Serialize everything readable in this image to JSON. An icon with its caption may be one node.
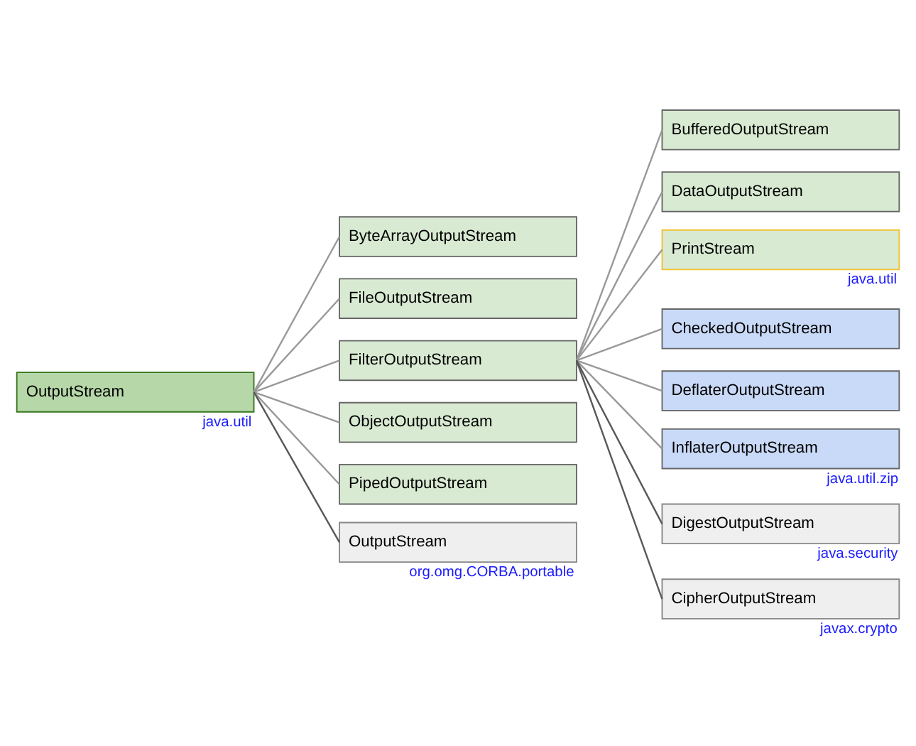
{
  "diagram": {
    "nodes": [
      {
        "text": [
          "OutputStream"
        ],
        "beside": [
          "java.util"
        ]
      },
      {
        "text": [
          "ByteArrayOutputStream"
        ]
      },
      {
        "text": [
          "FileOutputStream"
        ]
      },
      {
        "text": [
          "FilterOutputStream"
        ]
      },
      {
        "text": [
          "ObjectOutputStream"
        ]
      },
      {
        "text": [
          "PipedOutputStream"
        ]
      },
      {
        "text": [
          "OutputStream"
        ],
        "beside": [
          "org.omg.CORBA.portable"
        ]
      },
      {
        "text": [
          "BufferedOutputStream"
        ]
      },
      {
        "text": [
          "DataOutputStream"
        ]
      },
      {
        "text": [
          "PrintStream"
        ],
        "beside": [
          "java.util"
        ]
      },
      {
        "text": [
          "CheckedOutputStream"
        ]
      },
      {
        "text": [
          "DeflaterOutputStream"
        ]
      },
      {
        "text": [
          "InflaterOutputStream"
        ],
        "beside": [
          "java.util.zip"
        ]
      },
      {
        "text": [
          "DigestOutputStream"
        ],
        "beside": [
          "java.security"
        ]
      },
      {
        "text": [
          "CipherOutputStream"
        ],
        "beside": [
          "javax.crypto"
        ]
      }
    ],
    "edges": [
      {
        "from": 0,
        "to": 1,
        "arrow": "none"
      },
      {
        "from": 0,
        "to": 2,
        "arrow": "none"
      },
      {
        "from": 0,
        "to": 3,
        "arrow": "none"
      },
      {
        "from": 0,
        "to": 4,
        "arrow": "none"
      },
      {
        "from": 0,
        "to": 5,
        "arrow": "none"
      },
      {
        "from": 0,
        "to": 6,
        "arrow": "none",
        "color": "#595959"
      },
      {
        "from": 3,
        "to": 7,
        "arrow": "none"
      },
      {
        "from": 3,
        "to": 8,
        "arrow": "none"
      },
      {
        "from": 3,
        "to": 9,
        "arrow": "none"
      },
      {
        "from": 3,
        "to": 10,
        "arrow": "none"
      },
      {
        "from": 3,
        "to": 11,
        "arrow": "none"
      },
      {
        "from": 3,
        "to": 12,
        "arrow": "none"
      },
      {
        "from": 3,
        "to": 13,
        "arrow": "none",
        "color": "#595959"
      },
      {
        "from": 3,
        "to": 14,
        "arrow": "none",
        "color": "#595959"
      }
    ]
  }
}
